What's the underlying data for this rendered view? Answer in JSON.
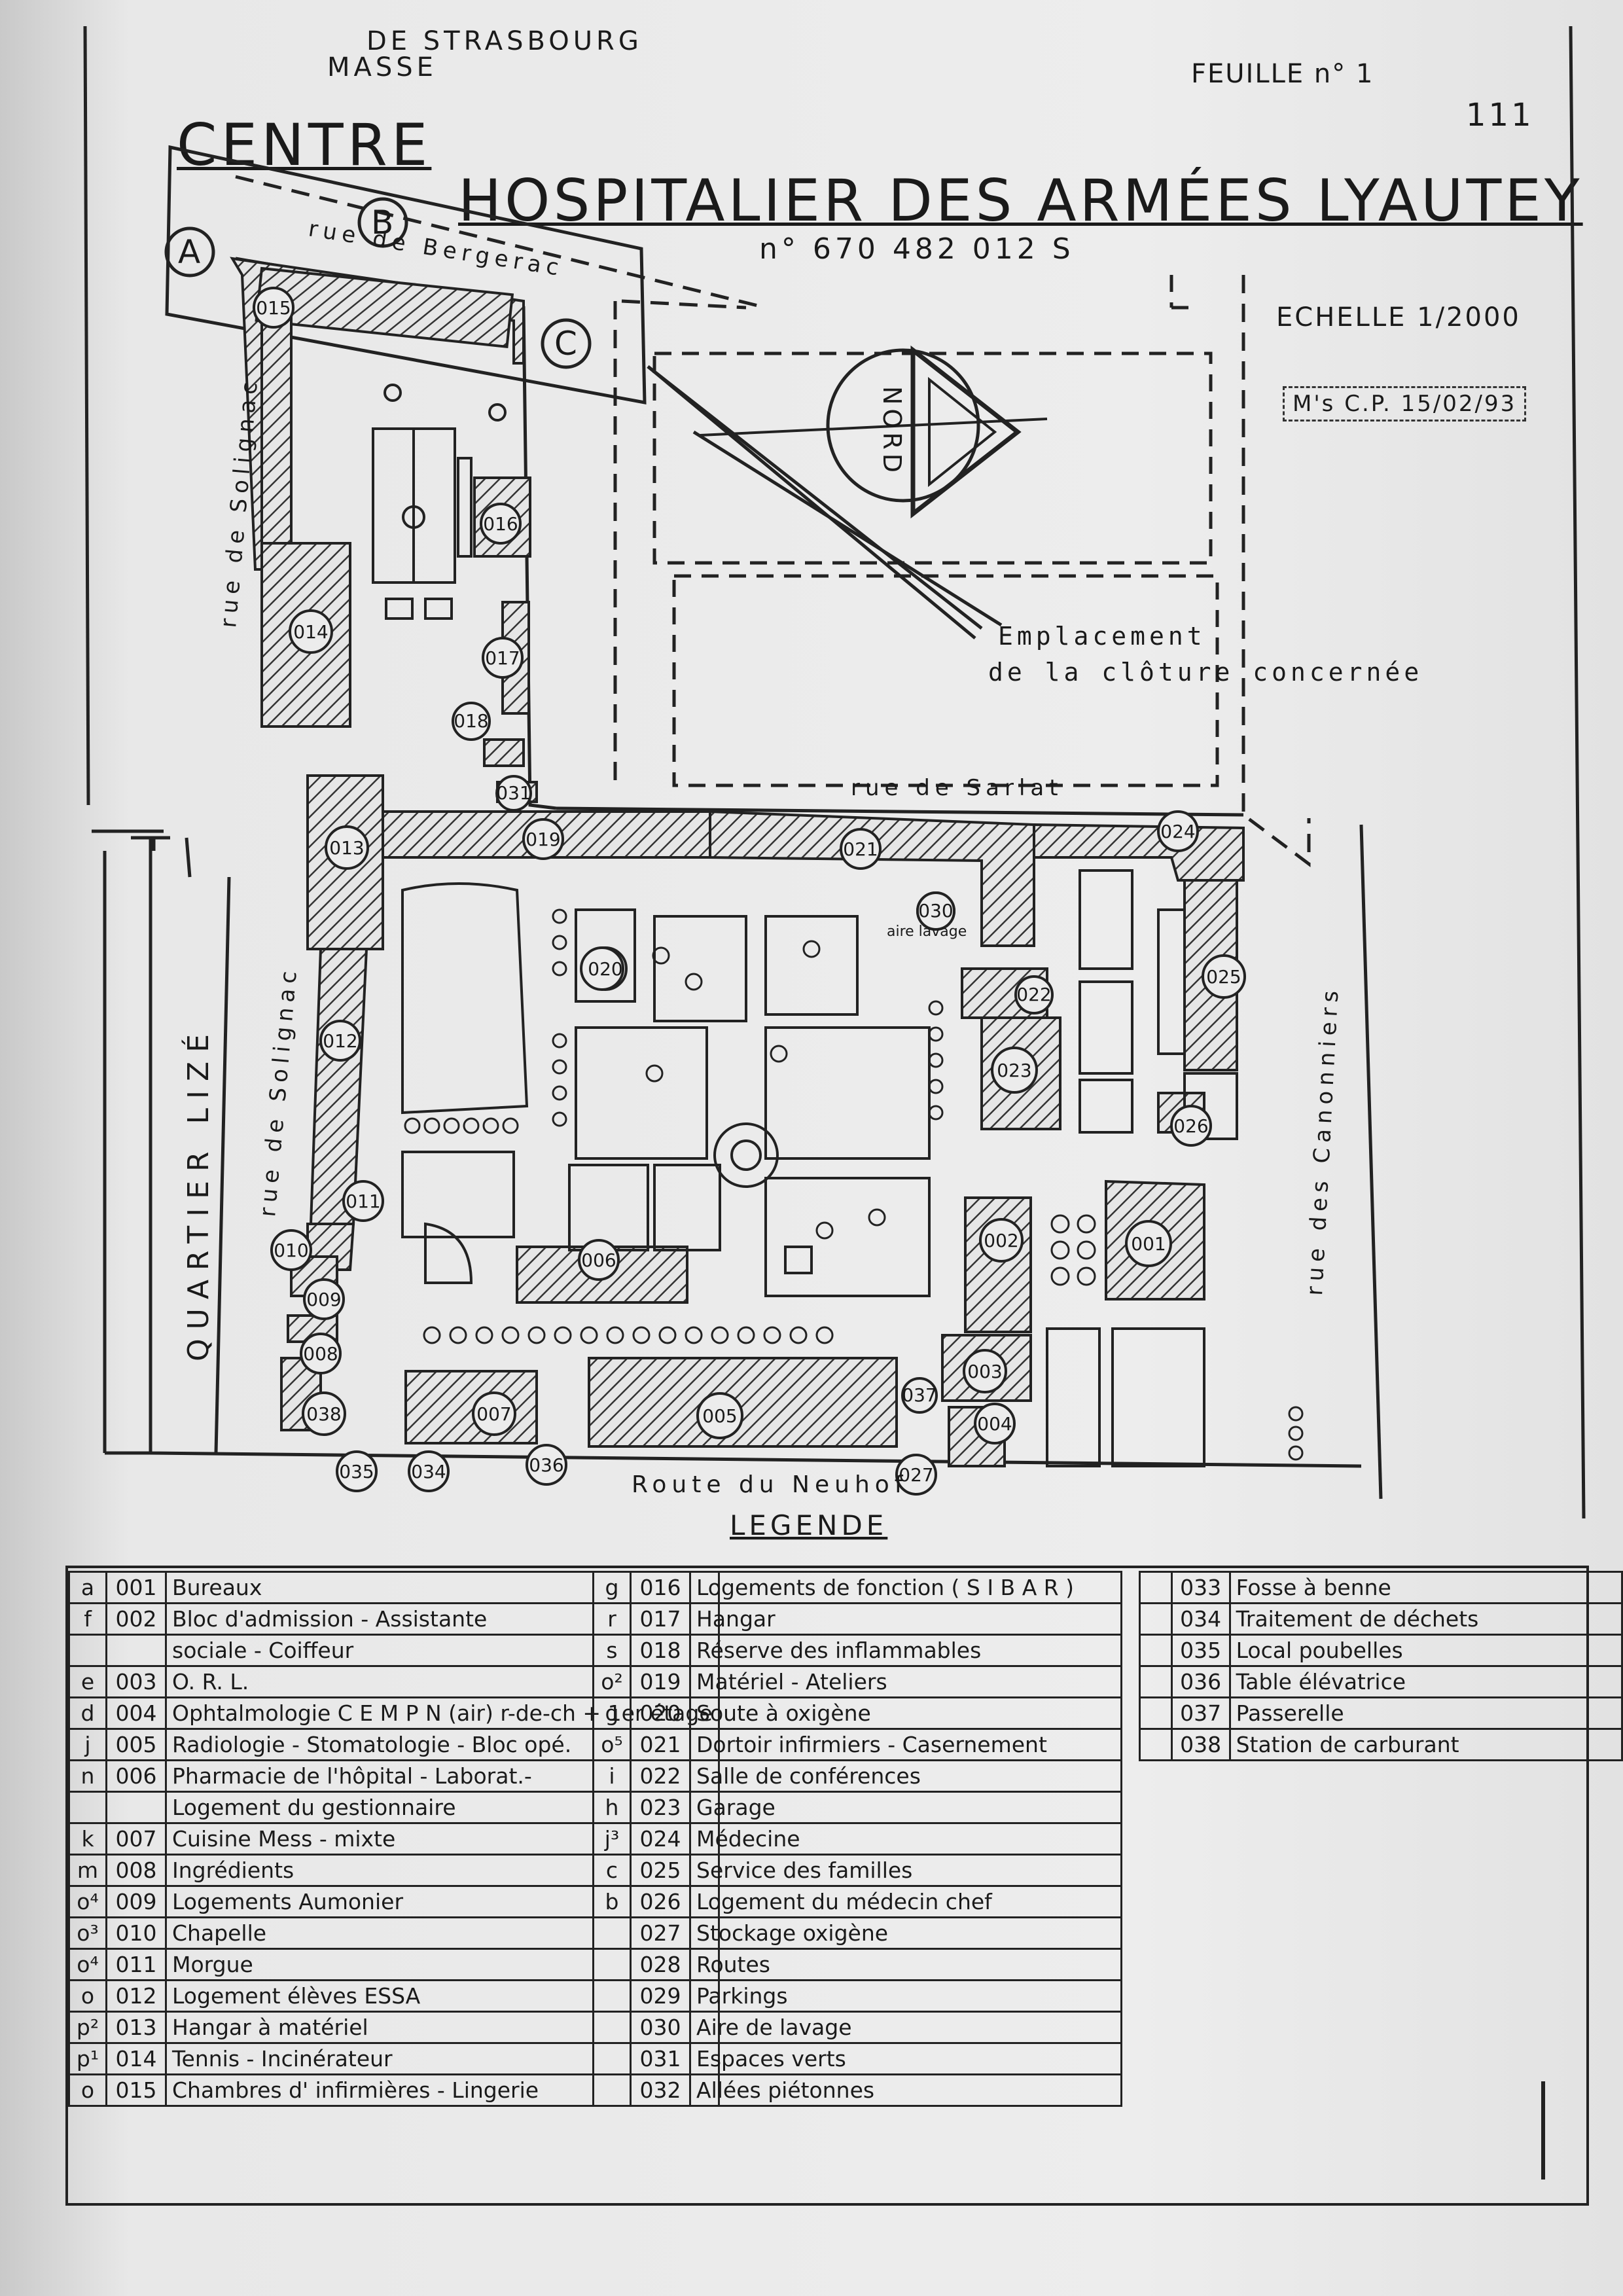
{
  "header": {
    "top_line": "DE   STRASBOURG",
    "top_line2": "MASSE",
    "sheet": "FEUILLE  n° 1",
    "stamp": "111",
    "title_1": "CENTRE",
    "title_2": "HOSPITALIER  DES  ARMÉES  LYAUTEY",
    "number": "n° 670 482 012 S",
    "scale": "ECHELLE  1/2000",
    "scale_note": "M's C.P.  15/02/93"
  },
  "map": {
    "north": "NORD",
    "annotation_1": "Emplacement",
    "annotation_2": "de la clôture concernée",
    "streets": {
      "bergerac": "rue de Bergerac",
      "solignac_top": "rue de Solignac",
      "solignac_bottom": "rue de Solignac",
      "sarlat": "rue de Sarlat",
      "canonniers": "rue des Canonniers",
      "neuhof": "Route du Neuhof",
      "quartier": "QUARTIER LIZÉ"
    },
    "points": {
      "a": "A",
      "b": "B",
      "c": "C"
    },
    "aire_lavage": "aire lavage",
    "building_labels": [
      "015",
      "016",
      "014",
      "017",
      "018",
      "031",
      "013",
      "019",
      "021",
      "024",
      "030",
      "020",
      "022",
      "025",
      "012",
      "023",
      "026",
      "011",
      "010",
      "002",
      "001",
      "006",
      "009",
      "008",
      "003",
      "038",
      "007",
      "005",
      "037",
      "004",
      "035",
      "034",
      "036",
      "027"
    ]
  },
  "legend": {
    "title": "LEGENDE",
    "columns": [
      [
        {
          "k": "a",
          "n": "001",
          "t": "Bureaux"
        },
        {
          "k": "f",
          "n": "002",
          "t": "Bloc d'admission - Assistante"
        },
        {
          "k": "",
          "n": "",
          "t": "sociale  - Coiffeur"
        },
        {
          "k": "e",
          "n": "003",
          "t": "O. R. L."
        },
        {
          "k": "d",
          "n": "004",
          "t": "Ophtalmologie   C E M P N (air) r-de-ch + 1er étage"
        },
        {
          "k": "j",
          "n": "005",
          "t": "Radiologie - Stomatologie - Bloc opé."
        },
        {
          "k": "n",
          "n": "006",
          "t": "Pharmacie de l'hôpital - Laborat.-"
        },
        {
          "k": "",
          "n": "",
          "t": "Logement du gestionnaire"
        },
        {
          "k": "k",
          "n": "007",
          "t": "Cuisine      Mess - mixte"
        },
        {
          "k": "m",
          "n": "008",
          "t": "Ingrédients"
        },
        {
          "k": "o⁴",
          "n": "009",
          "t": "Logements    Aumonier"
        },
        {
          "k": "o³",
          "n": "010",
          "t": "Chapelle"
        },
        {
          "k": "o⁴",
          "n": "011",
          "t": "Morgue"
        },
        {
          "k": "o",
          "n": "012",
          "t": "Logement élèves   ESSA"
        },
        {
          "k": "p²",
          "n": "013",
          "t": "Hangar  à  matériel"
        },
        {
          "k": "p¹",
          "n": "014",
          "t": "Tennis  -  Incinérateur"
        },
        {
          "k": "o",
          "n": "015",
          "t": "Chambres d' infirmières - Lingerie"
        }
      ],
      [
        {
          "k": "g",
          "n": "016",
          "t": "Logements de fonction  ( S I B A R )"
        },
        {
          "k": "r",
          "n": "017",
          "t": "Hangar"
        },
        {
          "k": "s",
          "n": "018",
          "t": "Réserve  des  inflammables"
        },
        {
          "k": "o²",
          "n": "019",
          "t": "Matériel  -  Ateliers"
        },
        {
          "k": "g",
          "n": "020",
          "t": "Soute  à  oxigène"
        },
        {
          "k": "o⁵",
          "n": "021",
          "t": "Dortoir infirmiers - Casernement"
        },
        {
          "k": "i",
          "n": "022",
          "t": "Salle  de  conférences"
        },
        {
          "k": "h",
          "n": "023",
          "t": "Garage"
        },
        {
          "k": "j³",
          "n": "024",
          "t": "Médecine"
        },
        {
          "k": "c",
          "n": "025",
          "t": "Service  des  familles"
        },
        {
          "k": "b",
          "n": "026",
          "t": "Logement   du   médecin  chef"
        },
        {
          "k": "",
          "n": "027",
          "t": "Stockage  oxigène"
        },
        {
          "k": "",
          "n": "028",
          "t": "Routes"
        },
        {
          "k": "",
          "n": "029",
          "t": "Parkings"
        },
        {
          "k": "",
          "n": "030",
          "t": "Aire  de  lavage"
        },
        {
          "k": "",
          "n": "031",
          "t": "Espaces  verts"
        },
        {
          "k": "",
          "n": "032",
          "t": "Allées  piétonnes"
        }
      ],
      [
        {
          "k": "",
          "n": "033",
          "t": "Fosse  à  benne"
        },
        {
          "k": "",
          "n": "034",
          "t": "Traitement  de  déchets"
        },
        {
          "k": "",
          "n": "035",
          "t": "Local  poubelles"
        },
        {
          "k": "",
          "n": "036",
          "t": "Table  élévatrice"
        },
        {
          "k": "",
          "n": "037",
          "t": "Passerelle"
        },
        {
          "k": "",
          "n": "038",
          "t": "Station  de  carburant"
        }
      ]
    ]
  },
  "colors": {
    "ink": "#1a1a1a",
    "paper": "#ececec",
    "hatch": "#333333"
  }
}
